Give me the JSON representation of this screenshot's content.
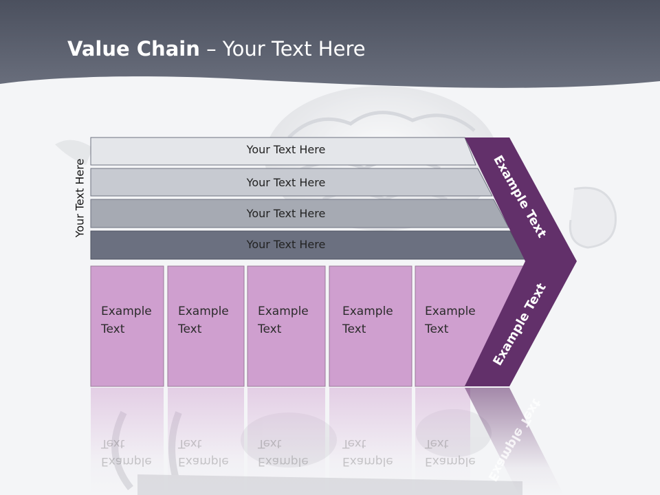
{
  "title": {
    "bold": "Value Chain",
    "rest": " – Your Text Here"
  },
  "side_label": "Your Text Here",
  "bars": [
    {
      "label": "Your Text Here"
    },
    {
      "label": "Your Text Here"
    },
    {
      "label": "Your Text Here"
    },
    {
      "label": "Your Text Here"
    }
  ],
  "boxes": [
    {
      "line1": "Example",
      "line2": "Text"
    },
    {
      "line1": "Example",
      "line2": "Text"
    },
    {
      "line1": "Example",
      "line2": "Text"
    },
    {
      "line1": "Example",
      "line2": "Text"
    },
    {
      "line1": "Example",
      "line2": "Text"
    }
  ],
  "chevron": {
    "upper_label": "Example Text",
    "lower_label": "Example Text"
  },
  "colors": {
    "header": "#5b6172",
    "bar_1": "#e4e6ea",
    "bar_2": "#c7cad1",
    "bar_3": "#a6aab3",
    "bar_4": "#6b7080",
    "box": "#cf9fcf",
    "chevron": "#62306a"
  }
}
